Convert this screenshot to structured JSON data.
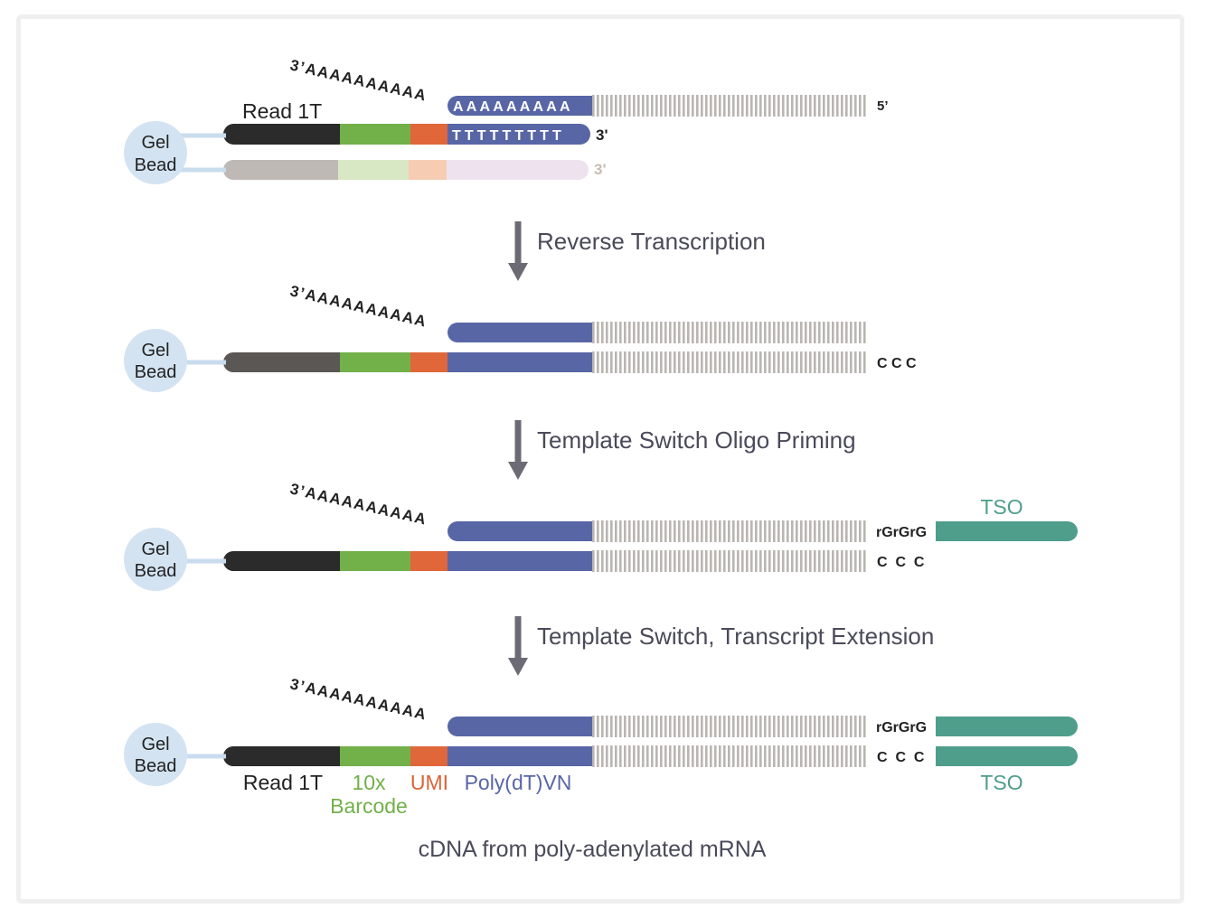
{
  "colors": {
    "read1t": "#2b2b2b",
    "read1t_step2": "#5a5754",
    "barcode": "#72b04a",
    "umi": "#e0673a",
    "polydt": "#5866a6",
    "mrna_stripe": "#b9b5b1",
    "tso": "#4f9e8c",
    "bead": "#d3e3f1",
    "bead_link": "#c9dcee",
    "arrow": "#6c6a75",
    "step_text": "#4a4a5a",
    "faded_read": "#bfb9b6",
    "faded_barcode": "#d9e8c4",
    "faded_umi": "#f6cdb3",
    "faded_polydt": "#eee2ef",
    "faded_3prime": "#c7bdb2",
    "barcode_label": "#72b04a",
    "umi_label": "#d9643a",
    "polydt_label": "#5866a6",
    "tso_label": "#4f9e8c"
  },
  "bead": {
    "line1": "Gel",
    "line2": "Bead"
  },
  "polyA_tail": "3’AAAAAAAAAA",
  "step1": {
    "read_label": "Read 1T",
    "a_strip": "AAAAAAAAA",
    "t_strip": "TTTTTTTTT",
    "five_prime": "5’",
    "three_prime": "3'",
    "faded_three_prime": "3'"
  },
  "arrows": [
    {
      "label": "Reverse Transcription"
    },
    {
      "label": "Template Switch Oligo Priming"
    },
    {
      "label": "Template Switch, Transcript Extension"
    }
  ],
  "step2": {
    "ccc": "C C C"
  },
  "step3": {
    "rgrgrg": "rGrGrG",
    "ccc": "C  C  C",
    "tso": "TSO"
  },
  "step4": {
    "rgrgrg": "rGrGrG",
    "ccc": "C  C  C",
    "legend": {
      "read1t": "Read 1T",
      "barcode_line1": "10x",
      "barcode_line2": "Barcode",
      "umi": "UMI",
      "polydt": "Poly(dT)VN",
      "tso": "TSO"
    }
  },
  "caption": "cDNA from poly-adenylated mRNA"
}
